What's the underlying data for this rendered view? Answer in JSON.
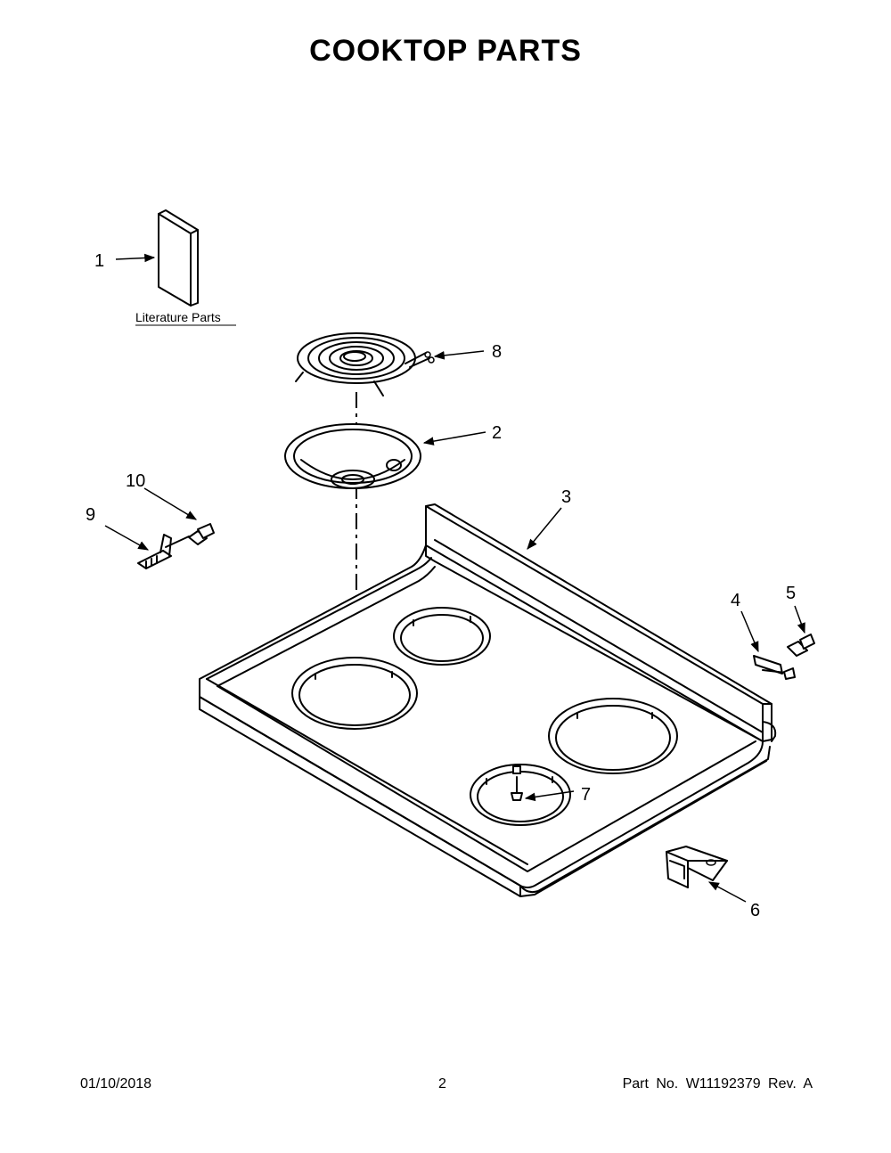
{
  "title": "COOKTOP PARTS",
  "literature_label": "Literature Parts",
  "callouts": {
    "c1": "1",
    "c2": "2",
    "c3": "3",
    "c4": "4",
    "c5": "5",
    "c6": "6",
    "c7": "7",
    "c8": "8",
    "c9": "9",
    "c10": "10"
  },
  "footer": {
    "date": "01/10/2018",
    "page": "2",
    "part_no": "Part No.  W11192379  Rev.  A"
  }
}
